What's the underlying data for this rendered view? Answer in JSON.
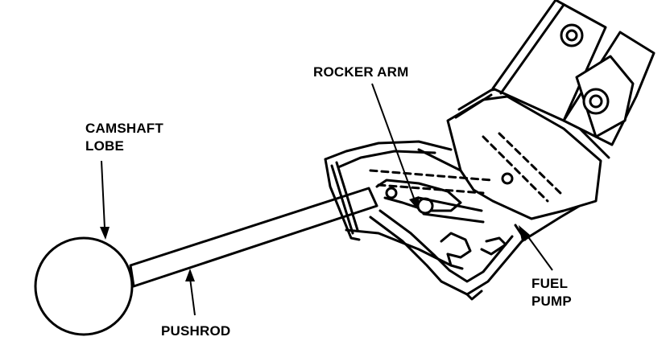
{
  "labels": {
    "rocker_arm": "ROCKER ARM",
    "camshaft_lobe_line1": "CAMSHAFT",
    "camshaft_lobe_line2": "LOBE",
    "pushrod": "PUSHROD",
    "fuel_pump_line1": "FUEL",
    "fuel_pump_line2": "PUMP"
  },
  "colors": {
    "ink": "#000000",
    "paper": "#ffffff"
  }
}
